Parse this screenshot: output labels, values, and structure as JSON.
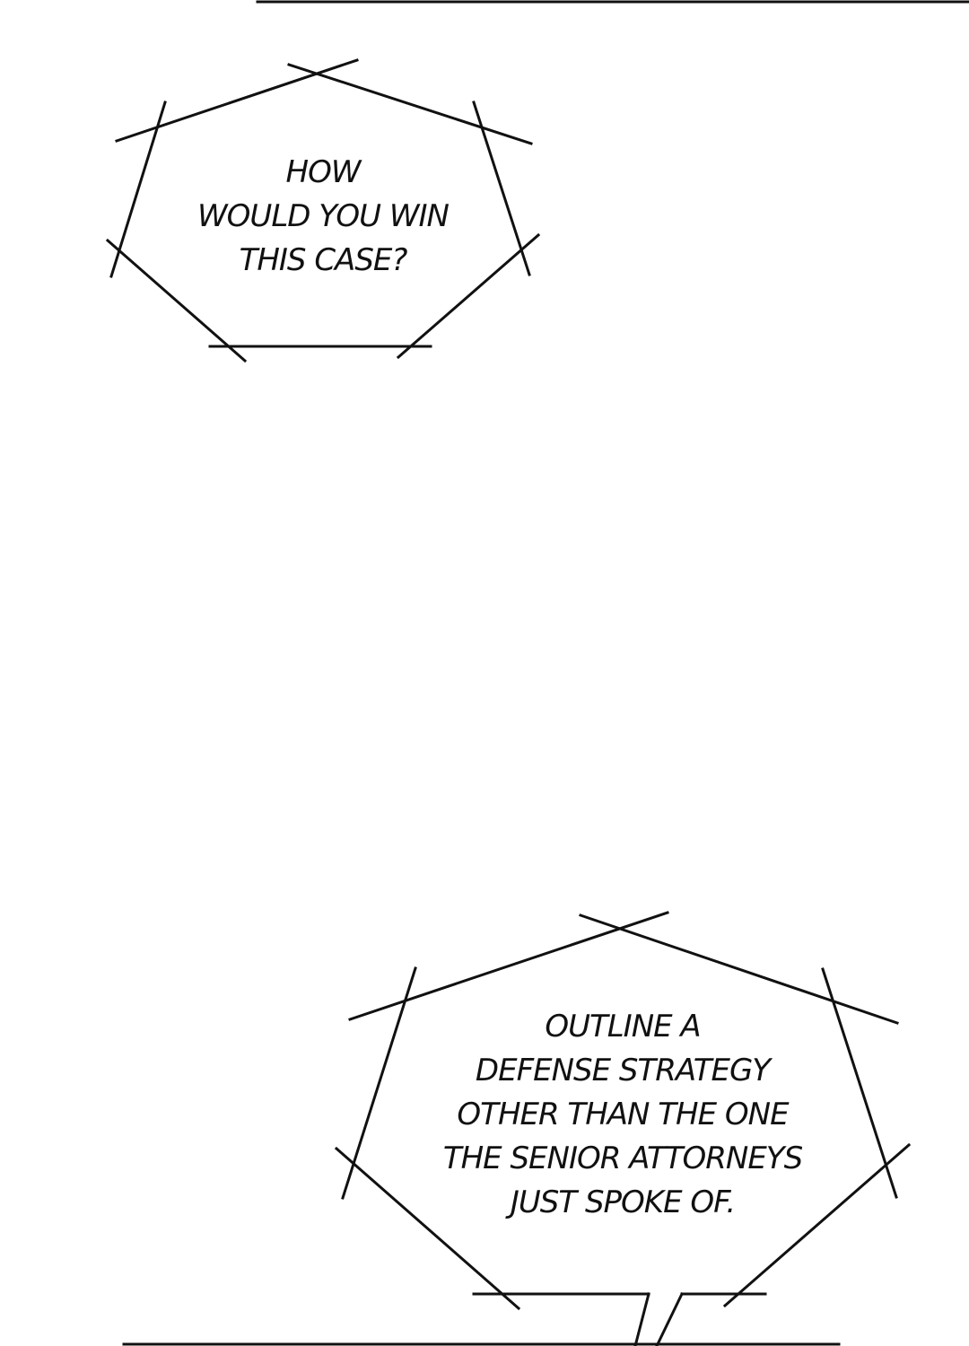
{
  "bubbles": [
    {
      "lines": [
        "HOW",
        "WOULD YOU WIN",
        "THIS CASE?"
      ]
    },
    {
      "lines": [
        "OUTLINE A",
        "DEFENSE STRATEGY",
        "OTHER THAN THE ONE",
        "THE SENIOR ATTORNEYS",
        "JUST SPOKE OF."
      ]
    }
  ],
  "colors": {
    "background": "#ffffff",
    "ink": "#111111"
  }
}
